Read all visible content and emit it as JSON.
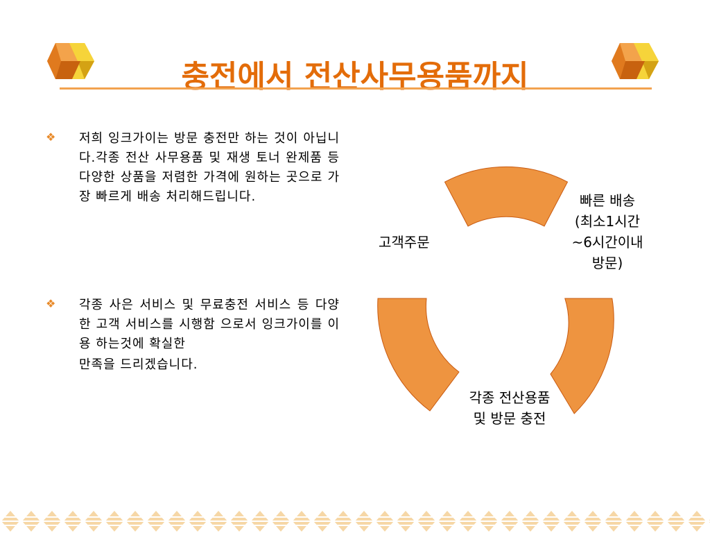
{
  "slide": {
    "title": "충전에서 전산사무용품까지",
    "bullets": [
      {
        "marker": "❖",
        "text": "저희 잉크가이는 방문 충전만 하는 것이 아닙니다.각종 전산 사무용품 및 재생 토너 완제품 등 다양한 상품을 저렴한 가격에 원하는 곳으로 가장 빠르게 배송 처리해드립니다."
      },
      {
        "marker": "❖",
        "text": "각종 사은 서비스 및 무료충전 서비스 등 다양한 고객 서비스를 시행함 으로서 잉크가이를 이용 하는것에 확실한",
        "continuation": "만족을 드리겠습니다."
      }
    ],
    "cycle": {
      "labels": {
        "left": "고객주문",
        "right": [
          "빠른 배송",
          "(최소1시간",
          "~6시간이내",
          "방문)"
        ],
        "bottom": [
          "각종 전산용품",
          "및 방문 충전"
        ]
      },
      "fill_color": "#ee9440",
      "stroke_color": "#c85a10"
    },
    "accent_color": "#e36c09"
  }
}
